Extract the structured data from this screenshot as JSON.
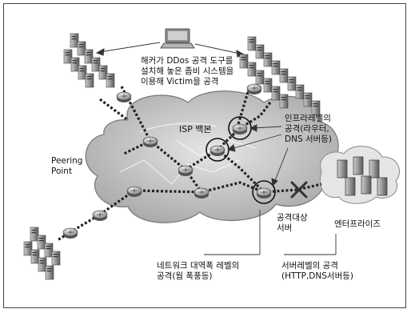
{
  "labels": {
    "hacker_note": [
      "해커가 DDos 공격 도구를",
      "설치해 놓은 좀비 시스템을",
      "이용해 Victim을 공격"
    ],
    "isp_backbone": "ISP 백본",
    "peering_point": [
      "Peering",
      "Point"
    ],
    "infra_attack": [
      "인프라레벨의",
      "공격(라우터,",
      "DNS 서버등)"
    ],
    "target_server": [
      "공격대상",
      "서버"
    ],
    "enterprise": "엔터프라이즈",
    "network_attack": [
      "네트워크 대역폭 레벨의",
      "공격(웜 폭풍등)"
    ],
    "server_attack": [
      "서버레벨의 공격",
      "(HTTP,DNS서버등)"
    ]
  }
}
